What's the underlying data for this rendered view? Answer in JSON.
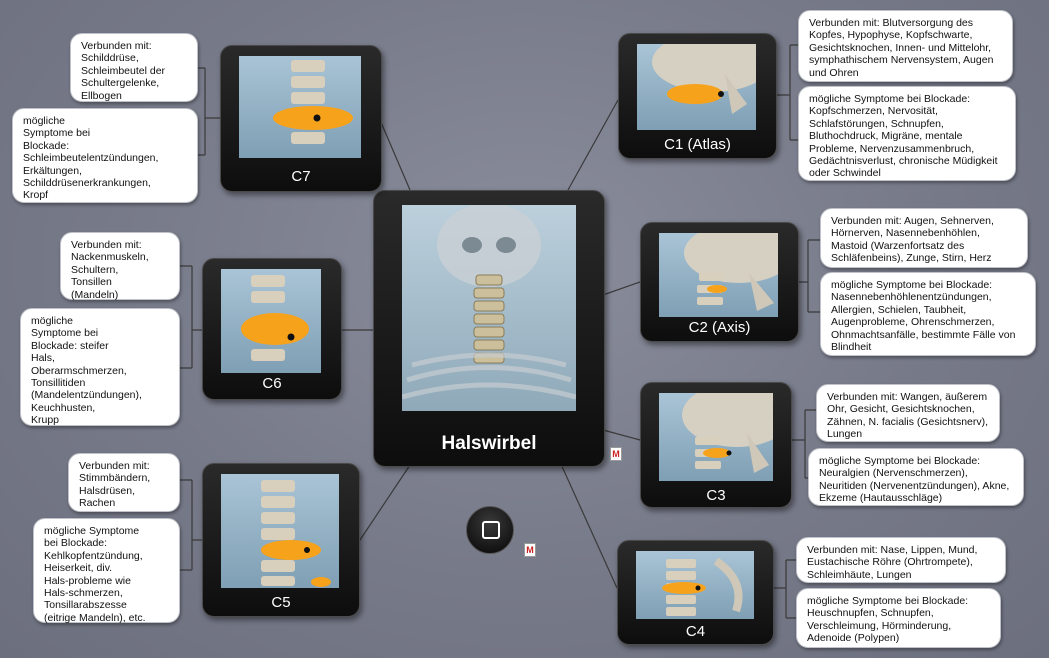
{
  "center": {
    "title": "Halswirbel"
  },
  "vertebrae": [
    {
      "id": "c1",
      "label": "C1 (Atlas)",
      "verbunden": "Verbunden mit: Blutversorgung des Kopfes, Hypophyse, Kopfschwarte, Gesichtsknochen, Innen- und Mittelohr, symphathischem Nervensystem, Augen und Ohren",
      "symptome": "mögliche Symptome bei Blockade: Kopfschmerzen, Nervosität, Schlafstörungen, Schnupfen, Bluthochdruck, Migräne, mentale Probleme, Nervenzusammenbruch, Gedächtnisverlust, chronische Müdigkeit oder Schwindel"
    },
    {
      "id": "c2",
      "label": "C2 (Axis)",
      "verbunden": "Verbunden mit: Augen, Sehnerven, Hörnerven, Nasennebenhöhlen, Mastoid  (Warzenfortsatz des Schläfenbeins), Zunge, Stirn, Herz",
      "symptome": "mögliche Symptome bei Blockade: Nasennebenhöhlenentzündungen, Allergien, Schielen, Taubheit, Augenprobleme, Ohrenschmerzen, Ohnmachtsanfälle, bestimmte Fälle von Blindheit"
    },
    {
      "id": "c3",
      "label": "C3",
      "verbunden": "Verbunden mit: Wangen, äußerem Ohr, Gesicht, Gesichtsknochen, Zähnen, N. facialis (Gesichtsnerv), Lungen",
      "symptome": "mögliche Symptome bei Blockade: Neuralgien (Nervenschmerzen), Neuritiden (Nervenentzündungen), Akne, Ekzeme (Hautausschläge)"
    },
    {
      "id": "c4",
      "label": "C4",
      "verbunden": "Verbunden mit: Nase, Lippen, Mund, Eustachische Röhre (Ohrtrompete), Schleimhäute, Lungen",
      "symptome": "mögliche Symptome bei Blockade: Heuschnupfen, Schnupfen, Verschleimung, Hörminderung, Adenoide (Polypen)"
    },
    {
      "id": "c5",
      "label": "C5",
      "verbunden": "Verbunden mit:\nStimmbändern,\nHalsdrüsen,\nRachen",
      "symptome": "mögliche Symptome\nbei Blockade:\nKehlkopfentzündung,\nHeiserkeit, div.\nHals-probleme wie\nHals-schmerzen,\nTonsillarabszesse\n(eitrige Mandeln), etc."
    },
    {
      "id": "c6",
      "label": "C6",
      "verbunden": "Verbunden mit:\nNackenmuskeln,\nSchultern,\nTonsillen\n(Mandeln)",
      "symptome": "mögliche\nSymptome bei\nBlockade: steifer\nHals,\nOberarmschmerzen,\nTonsillitiden\n(Mandelentzündungen),\nKeuchhusten,\nKrupp"
    },
    {
      "id": "c7",
      "label": "C7",
      "verbunden": "Verbunden mit:\nSchilddrüse,\nSchleimbeutel der\nSchultergelenke,\nEllbogen",
      "symptome": "mögliche\nSymptome bei\nBlockade:\nSchleimbeutelentzündungen,\nErkältungen,\nSchilddrüsenerkrankungen,\nKropf"
    }
  ],
  "icons": {
    "map_marker": "M",
    "home_button": "square-icon"
  },
  "colors": {
    "highlight": "#f7a21b",
    "bone": "#d8cfbd",
    "node_bg": "#111111"
  }
}
